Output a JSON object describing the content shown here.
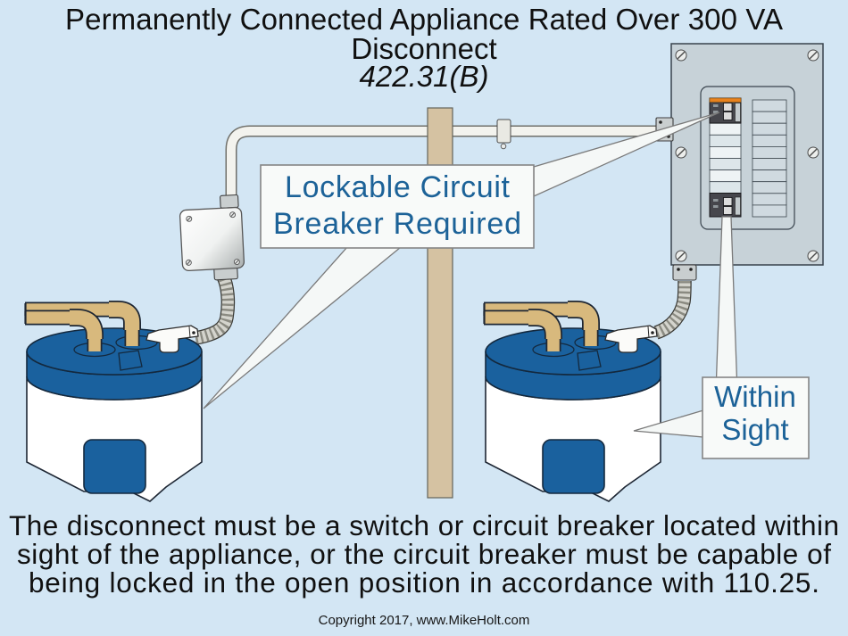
{
  "title": {
    "line1": "Permanently Connected Appliance Rated Over 300 VA",
    "line2": "Disconnect",
    "code": "422.31(B)"
  },
  "callouts": {
    "lockable_breaker": {
      "line1": "Lockable Circuit",
      "line2": "Breaker Required"
    },
    "within_sight": {
      "line1": "Within",
      "line2": "Sight"
    }
  },
  "caption": {
    "line1": "The disconnect must be a switch or circuit breaker located within",
    "line2": "sight of the appliance, or the circuit breaker must be capable of",
    "line3": "being locked in the open position in accordance with 110.25."
  },
  "copyright": "Copyright 2017, www.MikeHolt.com",
  "colors": {
    "background": "#d3e6f4",
    "heater_blue": "#1a619e",
    "pipe_tan": "#d8b97d",
    "post_tan": "#d5c2a2",
    "panel_gray": "#c7d2d8",
    "breaker_dark": "#46464c",
    "breaker_orange": "#e8821d",
    "callout_text_blue": "#1c6298",
    "conduit_white": "#f3f3ee",
    "flex_gray": "#d4d4cd"
  }
}
